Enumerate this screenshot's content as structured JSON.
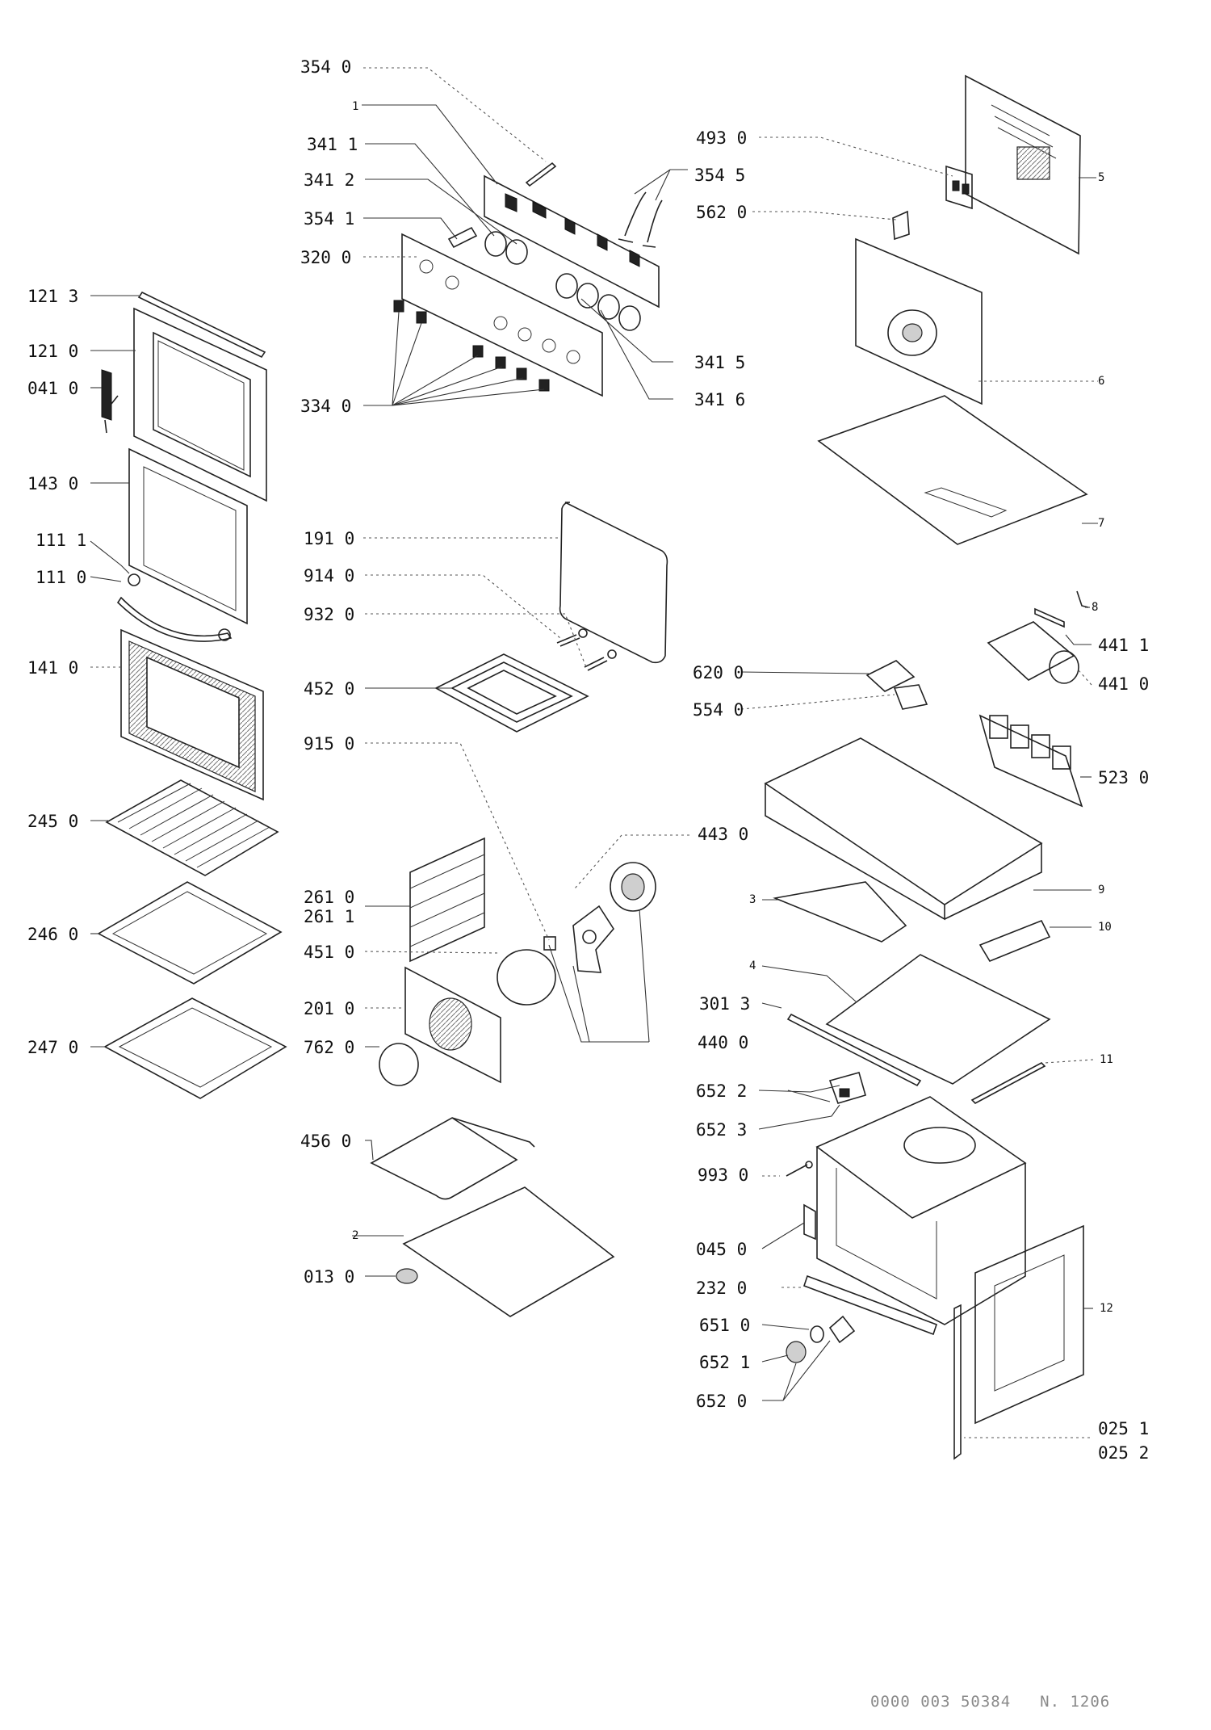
{
  "labels": [
    {
      "id": "l-354-0",
      "text": "354 0"
    },
    {
      "id": "l-1",
      "text": "1"
    },
    {
      "id": "l-341-1",
      "text": "341 1"
    },
    {
      "id": "l-341-2",
      "text": "341 2"
    },
    {
      "id": "l-354-1",
      "text": "354 1"
    },
    {
      "id": "l-320-0",
      "text": "320 0"
    },
    {
      "id": "l-121-3",
      "text": "121 3"
    },
    {
      "id": "l-121-0",
      "text": "121 0"
    },
    {
      "id": "l-041-0",
      "text": "041 0"
    },
    {
      "id": "l-334-0",
      "text": "334 0"
    },
    {
      "id": "l-143-0",
      "text": "143 0"
    },
    {
      "id": "l-111-1",
      "text": "111 1"
    },
    {
      "id": "l-111-0",
      "text": "111 0"
    },
    {
      "id": "l-141-0",
      "text": "141 0"
    },
    {
      "id": "l-245-0",
      "text": "245 0"
    },
    {
      "id": "l-246-0",
      "text": "246 0"
    },
    {
      "id": "l-247-0",
      "text": "247 0"
    },
    {
      "id": "l-493-0",
      "text": "493 0"
    },
    {
      "id": "l-354-5",
      "text": "354 5"
    },
    {
      "id": "l-562-0",
      "text": "562 0"
    },
    {
      "id": "l-5",
      "text": "5"
    },
    {
      "id": "l-6",
      "text": "6"
    },
    {
      "id": "l-7",
      "text": "7"
    },
    {
      "id": "l-341-5",
      "text": "341 5"
    },
    {
      "id": "l-341-6",
      "text": "341 6"
    },
    {
      "id": "l-191-0",
      "text": "191 0"
    },
    {
      "id": "l-914-0",
      "text": "914 0"
    },
    {
      "id": "l-932-0",
      "text": "932 0"
    },
    {
      "id": "l-452-0",
      "text": "452 0"
    },
    {
      "id": "l-915-0",
      "text": "915 0"
    },
    {
      "id": "l-8",
      "text": "8"
    },
    {
      "id": "l-441-1",
      "text": "441 1"
    },
    {
      "id": "l-620-0",
      "text": "620 0"
    },
    {
      "id": "l-441-0",
      "text": "441 0"
    },
    {
      "id": "l-554-0",
      "text": "554 0"
    },
    {
      "id": "l-523-0",
      "text": "523 0"
    },
    {
      "id": "l-443-0",
      "text": "443 0"
    },
    {
      "id": "l-261-0",
      "text": "261 0"
    },
    {
      "id": "l-261-1",
      "text": "261 1"
    },
    {
      "id": "l-3",
      "text": "3"
    },
    {
      "id": "l-9",
      "text": "9"
    },
    {
      "id": "l-10",
      "text": "10"
    },
    {
      "id": "l-451-0",
      "text": "451 0"
    },
    {
      "id": "l-4",
      "text": "4"
    },
    {
      "id": "l-201-0",
      "text": "201 0"
    },
    {
      "id": "l-301-3",
      "text": "301 3"
    },
    {
      "id": "l-762-0",
      "text": "762 0"
    },
    {
      "id": "l-440-0",
      "text": "440 0"
    },
    {
      "id": "l-11",
      "text": "11"
    },
    {
      "id": "l-652-2",
      "text": "652 2"
    },
    {
      "id": "l-652-3",
      "text": "652 3"
    },
    {
      "id": "l-456-0",
      "text": "456 0"
    },
    {
      "id": "l-993-0",
      "text": "993 0"
    },
    {
      "id": "l-2",
      "text": "2"
    },
    {
      "id": "l-045-0",
      "text": "045 0"
    },
    {
      "id": "l-013-0",
      "text": "013 0"
    },
    {
      "id": "l-232-0",
      "text": "232 0"
    },
    {
      "id": "l-651-0",
      "text": "651 0"
    },
    {
      "id": "l-12",
      "text": "12"
    },
    {
      "id": "l-652-1",
      "text": "652 1"
    },
    {
      "id": "l-652-0",
      "text": "652 0"
    },
    {
      "id": "l-025-1",
      "text": "025 1"
    },
    {
      "id": "l-025-2",
      "text": "025 2"
    }
  ],
  "footer": {
    "code": "0000 003 50384",
    "page": "N. 1206"
  }
}
